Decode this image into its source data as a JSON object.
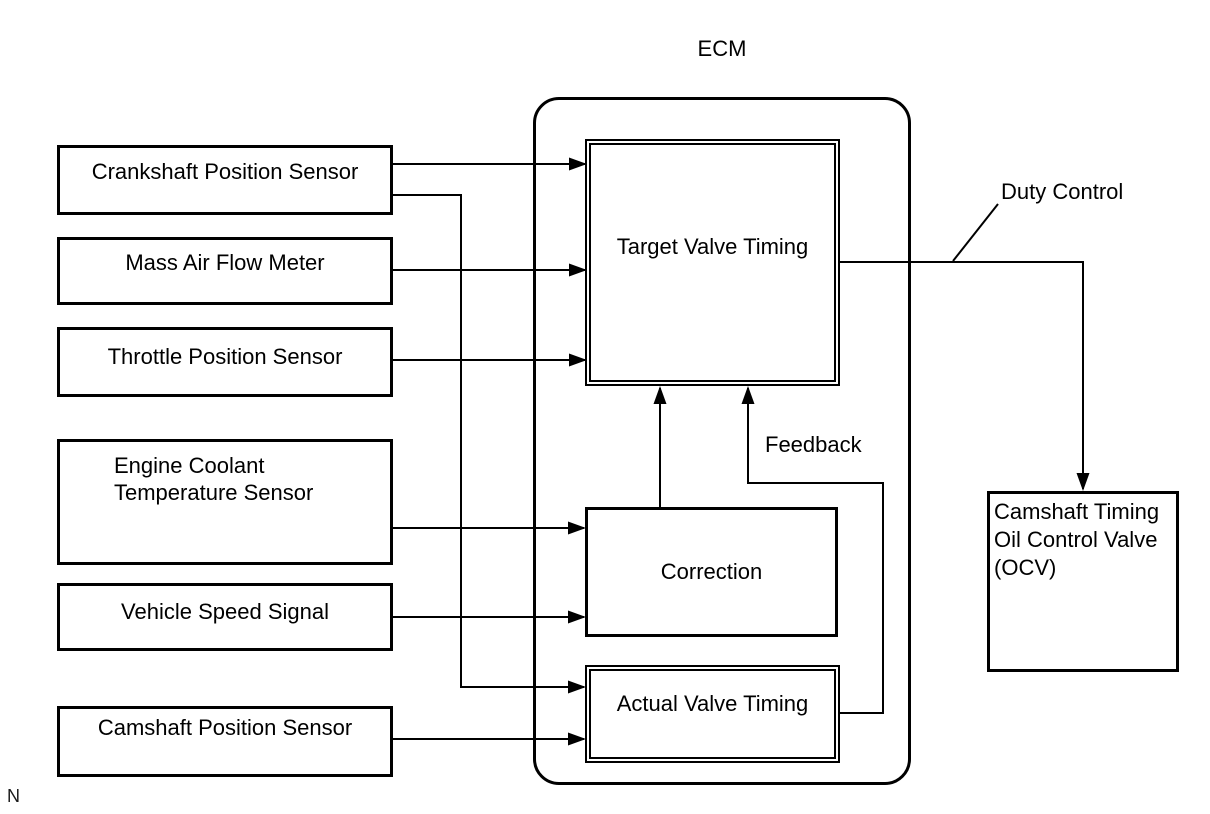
{
  "diagram": {
    "title": "ECM",
    "inputs": [
      {
        "label": "Crankshaft Position Sensor"
      },
      {
        "label": "Mass Air Flow Meter"
      },
      {
        "label": "Throttle Position Sensor"
      },
      {
        "label": "Engine Coolant\nTemperature Sensor"
      },
      {
        "label": "Vehicle Speed Signal"
      },
      {
        "label": "Camshaft Position Sensor"
      }
    ],
    "ecm_blocks": [
      {
        "label": "Target Valve Timing"
      },
      {
        "label": "Correction"
      },
      {
        "label": "Actual Valve Timing"
      }
    ],
    "output_block": {
      "label": "Camshaft Timing\nOil Control Valve\n(OCV)"
    },
    "annotations": {
      "duty_control": "Duty Control",
      "feedback": "Feedback",
      "footnote": "N"
    },
    "colors": {
      "line": "#000000",
      "background": "#ffffff",
      "text": "#000000"
    }
  }
}
